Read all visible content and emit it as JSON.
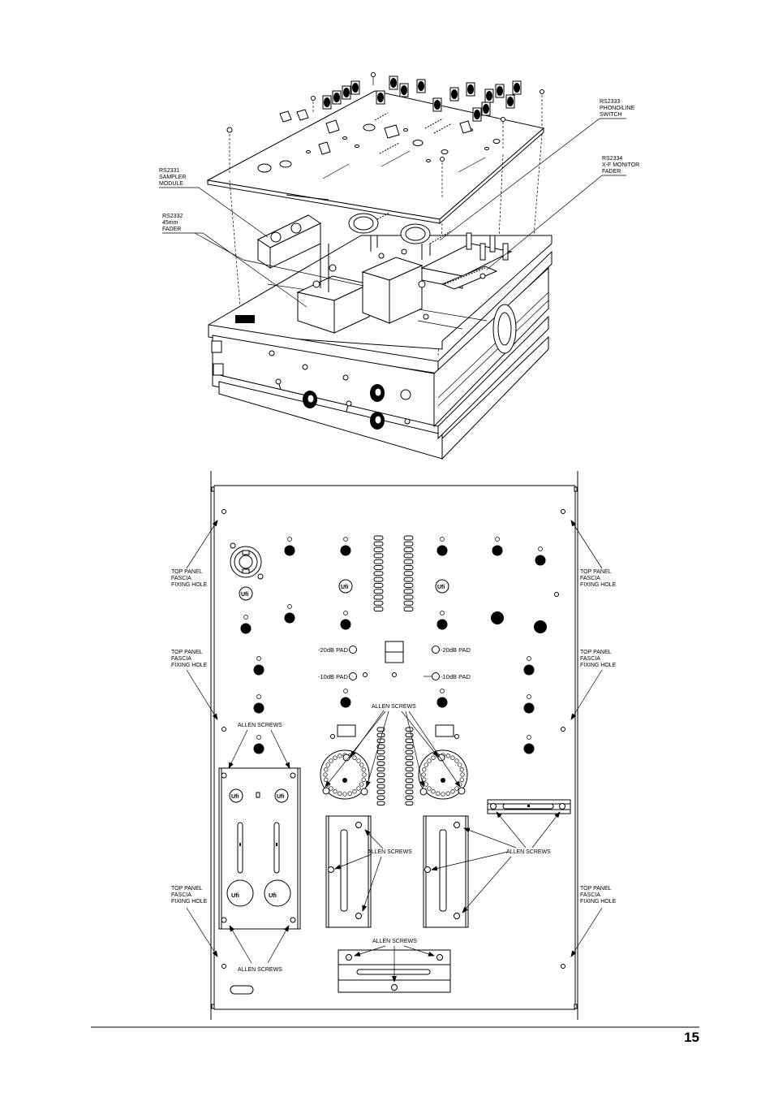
{
  "exploded_view": {
    "labels": {
      "sampler": [
        "RS2331",
        "SAMPLER",
        "MODULE"
      ],
      "fader": [
        "RS2332",
        "45mm",
        "FADER"
      ],
      "phono": [
        "RS2333",
        "PHONO/LINE",
        "SWITCH"
      ],
      "xf": [
        "RS2334",
        "X-F MONITOR",
        "FADER"
      ]
    }
  },
  "panel_view": {
    "fixing_hole_label": [
      "TOP PANEL",
      "FASCIA",
      "FIXING HOLE"
    ],
    "allen_screws": "ALLEN SCREWS",
    "pad_20": "-20dB PAD",
    "pad_10": "-10dB PAD",
    "logo_text": "Ufi"
  },
  "page_number": "15"
}
